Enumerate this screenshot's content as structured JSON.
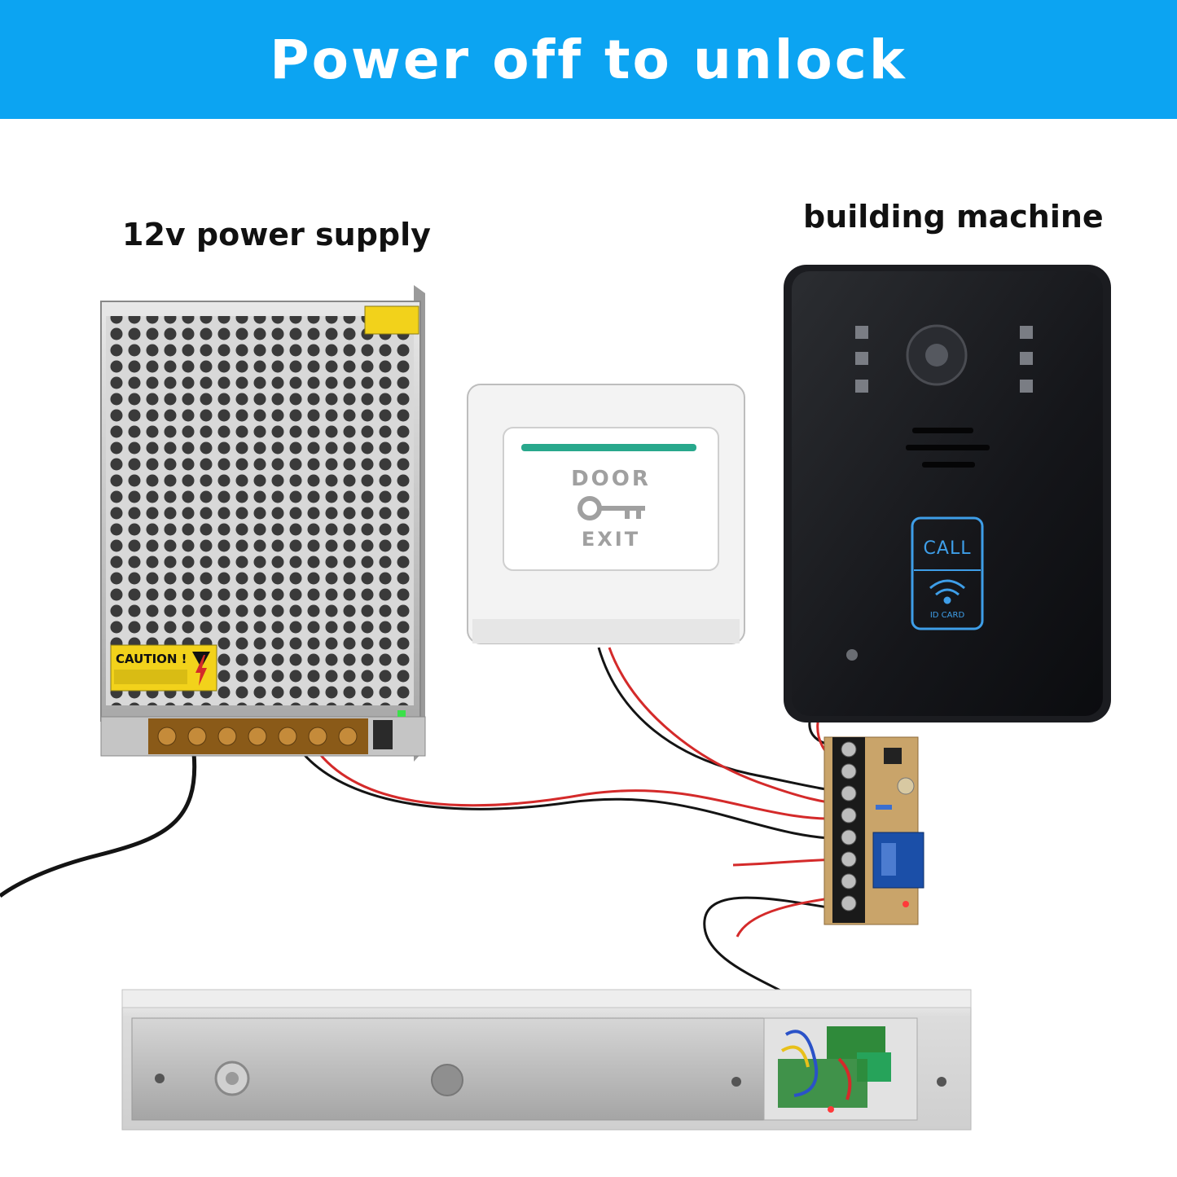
{
  "banner": {
    "title": "Power off to unlock",
    "color": "#0ca4f2"
  },
  "labels": {
    "power_supply": "12v power supply",
    "building_machine": "building machine"
  },
  "power_supply": {
    "caution_text": "CAUTION !",
    "warning_icon": "high-voltage-icon"
  },
  "exit_button": {
    "door_text": "DOOR",
    "exit_text": "EXIT",
    "icon": "key-icon"
  },
  "intercom": {
    "call_text": "CALL",
    "card_text": "ID CARD",
    "card_icon": "wireless-card-icon"
  },
  "colors": {
    "wire_red": "#d42a2a",
    "wire_black": "#141414",
    "relay_blue": "#1b4fa8",
    "pcb_green": "#2f8a3a"
  }
}
